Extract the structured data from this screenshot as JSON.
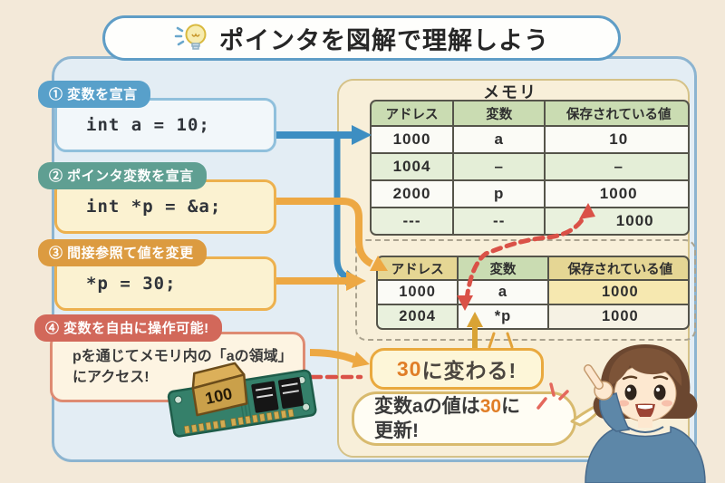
{
  "title": {
    "text": "ポインタを図解で理解しよう",
    "icon": "lightbulb"
  },
  "steps": [
    {
      "badge": "① 変数を宣言",
      "code": "int a = 10;"
    },
    {
      "badge": "② ポインタ変数を宣言",
      "code": "int *p = &a;"
    },
    {
      "badge": "③ 間接参照て値を変更",
      "code": "*p = 30;"
    },
    {
      "badge": "④ 変数を自由に操作可能!",
      "note_line1": "pを通じてメモリ内の「aの領域」",
      "note_line2": "にアクセス!"
    }
  ],
  "memory": {
    "label": "メモリ",
    "table1": {
      "headers": [
        "アドレス",
        "変数",
        "保存されている値"
      ],
      "rows": [
        [
          "1000",
          "a",
          "10"
        ],
        [
          "1004",
          "–",
          "–"
        ],
        [
          "2000",
          "p",
          "1000"
        ],
        [
          "---",
          "--",
          "1000"
        ]
      ]
    },
    "table2": {
      "headers": [
        "アドレス",
        "変数",
        "保存されている値"
      ],
      "rows": [
        [
          "1000",
          "a",
          "1000"
        ],
        [
          "2004",
          "*p",
          "1000"
        ]
      ]
    }
  },
  "callouts": {
    "change": {
      "highlight": "30",
      "rest": "に変わる!"
    },
    "speech": {
      "pre": "変数aの値は",
      "highlight": "30",
      "post": "に",
      "line2": "更新!"
    }
  },
  "chip": {
    "label": "100"
  },
  "colors": {
    "accent_blue": "#3d8ec2",
    "accent_teal": "#5f9f92",
    "accent_orange": "#eda843",
    "accent_salmon": "#d2685a",
    "accent_red_dashed": "#da5147",
    "highlight_orange": "#e07e27",
    "table_green": "#cadcb2",
    "table_tan": "#e5d694"
  }
}
